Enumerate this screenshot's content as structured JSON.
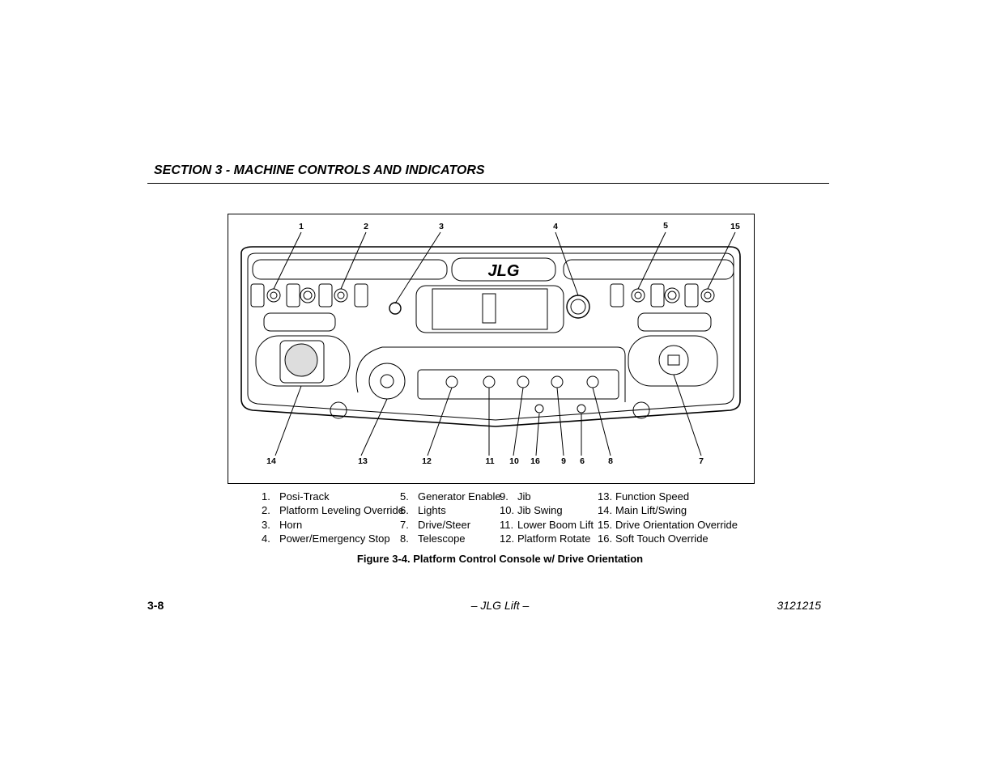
{
  "header": {
    "title": "SECTION 3 - MACHINE CONTROLS AND INDICATORS"
  },
  "figure": {
    "callouts_top": [
      "1",
      "2",
      "3",
      "4",
      "5",
      "15"
    ],
    "callouts_bottom": [
      "14",
      "13",
      "12",
      "11",
      "10",
      "16",
      "9",
      "6",
      "8",
      "7"
    ],
    "logo_text": "JLG"
  },
  "legend": [
    [
      {
        "num": "1.",
        "label": "Posi-Track"
      },
      {
        "num": "2.",
        "label": "Platform Leveling Override"
      },
      {
        "num": "3.",
        "label": "Horn"
      },
      {
        "num": "4.",
        "label": "Power/Emergency Stop"
      }
    ],
    [
      {
        "num": "5.",
        "label": "Generator Enable"
      },
      {
        "num": "6.",
        "label": "Lights"
      },
      {
        "num": "7.",
        "label": "Drive/Steer"
      },
      {
        "num": "8.",
        "label": "Telescope"
      }
    ],
    [
      {
        "num": "9.",
        "label": "Jib"
      },
      {
        "num": "10.",
        "label": "Jib Swing"
      },
      {
        "num": "11.",
        "label": "Lower Boom Lift"
      },
      {
        "num": "12.",
        "label": "Platform Rotate"
      }
    ],
    [
      {
        "num": "13.",
        "label": "Function Speed"
      },
      {
        "num": "14.",
        "label": "Main Lift/Swing"
      },
      {
        "num": "15.",
        "label": "Drive Orientation Override"
      },
      {
        "num": "16.",
        "label": "Soft Touch Override"
      }
    ]
  ],
  "caption": "Figure 3-4. Platform Control Console w/ Drive Orientation",
  "footer": {
    "page": "3-8",
    "center": "– JLG Lift –",
    "doc_number": "3121215"
  }
}
